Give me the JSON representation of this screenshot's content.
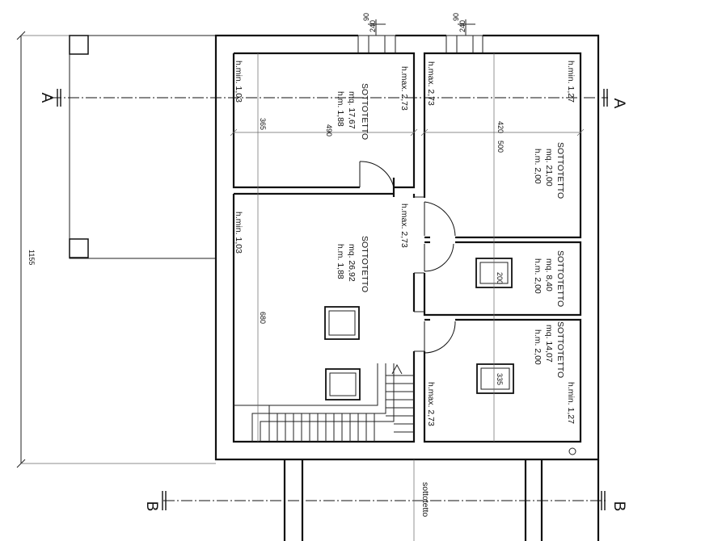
{
  "sections": {
    "a_left": "A",
    "a_right": "A",
    "b_left": "B",
    "b_right": "B"
  },
  "chimneys": {
    "left_top": "90",
    "left_bottom": "240",
    "right_top": "90",
    "right_bottom": "240"
  },
  "dimensions": {
    "overall_height": "1155",
    "room1_width": "490",
    "room1_depth": "365",
    "room2_width": "420",
    "room2_depth": "500",
    "room3_depth": "680",
    "room4_depth": "200",
    "room5_depth": "335"
  },
  "rooms": {
    "r1": {
      "name": "SOTTOTETTO",
      "area": "mq. 17,67",
      "hm": "h.m. 1,88",
      "hmin": "h.min. 1,03",
      "hmax": "h.max. 2,73"
    },
    "r2": {
      "name": "SOTTOTETTO",
      "area": "mq. 21,00",
      "hm": "h.m. 2,00",
      "hmax": "h.max. 2,73",
      "hmin": "h.min. 1,27"
    },
    "r3": {
      "name": "SOTTOTETTO",
      "area": "mq. 26,92",
      "hm": "h.m. 1,88",
      "hmin": "h.min. 1,03",
      "hmax": "h.max. 2,73"
    },
    "r4": {
      "name": "SOTTOTETTO",
      "area": "mq. 8,40",
      "hm": "h.m. 2,00"
    },
    "r5": {
      "name": "SOTTOTETTO",
      "area": "mq. 14,07",
      "hm": "h.m. 2,00",
      "hmax": "h.max. 2,73",
      "hmin": "h.min. 1,27"
    }
  },
  "lower": {
    "label": "sottotetto"
  }
}
